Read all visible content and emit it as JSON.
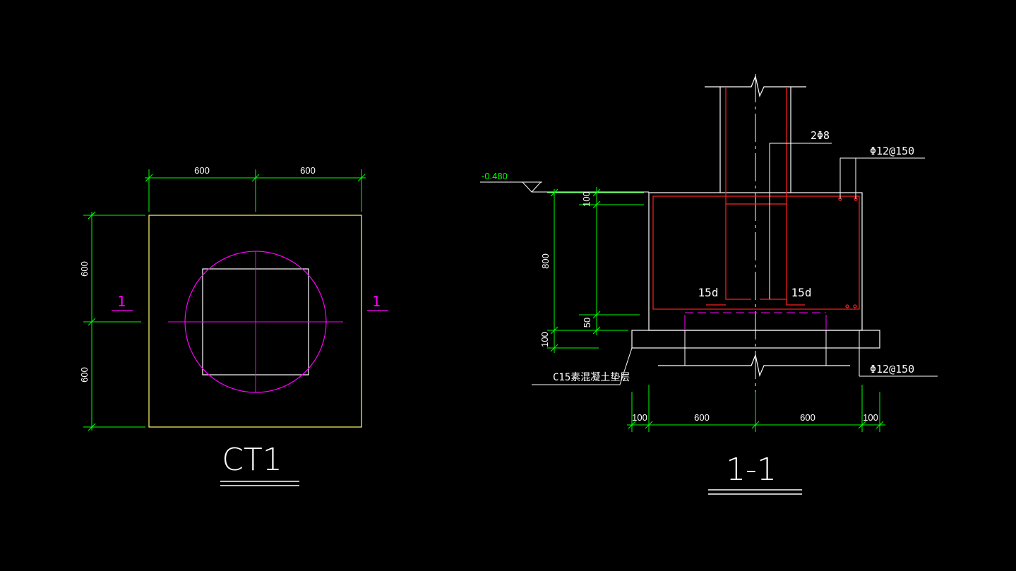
{
  "colors": {
    "background": "#000000",
    "dimension": "#00ff00",
    "outline_white": "#ffffff",
    "outline_yellow": "#ffff66",
    "section_magenta": "#ff00ff",
    "rebar_red": "#ff2020",
    "cyan_text": "#ffffff"
  },
  "plan": {
    "dim_top_left": "600",
    "dim_top_right": "600",
    "dim_left_upper": "600",
    "dim_left_lower": "600",
    "section_mark_left": "1",
    "section_mark_right": "1",
    "title": "CT1"
  },
  "section": {
    "elevation": "-0.480",
    "dim_left_top": "100",
    "dim_left_main": "800",
    "dim_left_50": "50",
    "dim_left_bottom": "100",
    "rebar_column_label": "2Φ8",
    "rebar_top_label": "Φ12@150",
    "rebar_bottom_label": "Φ12@150",
    "anchor_left": "15d",
    "anchor_right": "15d",
    "cushion_label": "C15素混凝土垫层",
    "dim_bottom_1": "100",
    "dim_bottom_2": "600",
    "dim_bottom_3": "600",
    "dim_bottom_4": "100",
    "title": "1-1"
  }
}
